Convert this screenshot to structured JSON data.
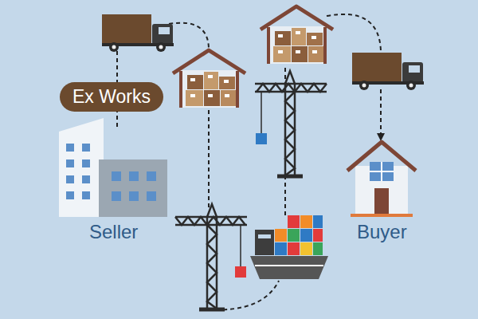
{
  "diagram": {
    "nodes": [
      {
        "text": [
          "Ex Works"
        ]
      }
    ],
    "labels": [
      "Seller",
      "Buyer"
    ]
  }
}
